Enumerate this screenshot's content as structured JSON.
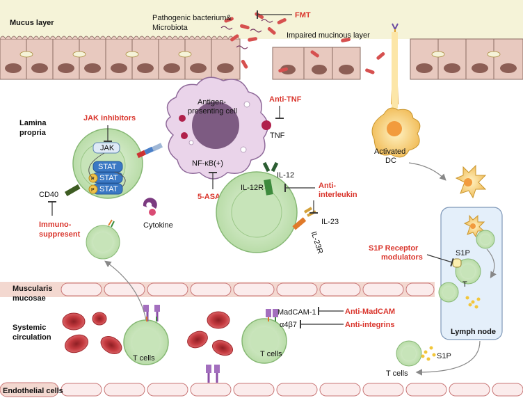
{
  "layers": {
    "mucus": "Mucus layer",
    "lamina_propria": [
      "Lamina",
      "propria"
    ],
    "muscularis": [
      "Muscularis",
      "mucosae"
    ],
    "systemic": [
      "Systemic",
      "circulation"
    ],
    "endothelial": "Endothelial cells"
  },
  "microbes": {
    "label": [
      "Pathogenic bacterium&",
      "Microbiota"
    ],
    "impaired": "Impaired mucinous layer"
  },
  "drugs": {
    "fmt": "FMT",
    "anti_tnf": "Anti-TNF",
    "jak": "JAK inhibitors",
    "five_asa": "5-ASA",
    "anti_interleukin": [
      "Anti-",
      "interleukin"
    ],
    "immunosuppressant": [
      "Immuno-",
      "suppresent"
    ],
    "s1p_mod": [
      "S1P Receptor",
      "modulators"
    ],
    "anti_madcam": "Anti-MadCAM",
    "anti_integrins": "Anti-integrins"
  },
  "labels": {
    "apc": [
      "Antigen-",
      "presenting cell"
    ],
    "tnf": "TNF",
    "nfkb": "NF-κB(+)",
    "jak": "JAK",
    "stat": "STAT",
    "p": "P",
    "cd40": "CD40",
    "cytokine": "Cytokine",
    "il12": "IL-12",
    "il12r": "IL-12R",
    "il23": "IL-23",
    "il23r": "IL-23R",
    "activated_dc": [
      "Activated",
      "DC"
    ],
    "s1p": "S1P",
    "t": "T",
    "lymph_node": "Lymph node",
    "madcam": "MadCAM-1",
    "a4b7": "α4β7",
    "t_cells": "T cells"
  },
  "colors": {
    "mucus_bg": "#f5f3d8",
    "drug_red": "#d9342b",
    "cell_green": "#d4ecc9",
    "apc_purple": "#ead4ea",
    "epithelium": "#e8c9bf",
    "rbc": "#c9393f",
    "lymph_node": "#e4effa"
  }
}
